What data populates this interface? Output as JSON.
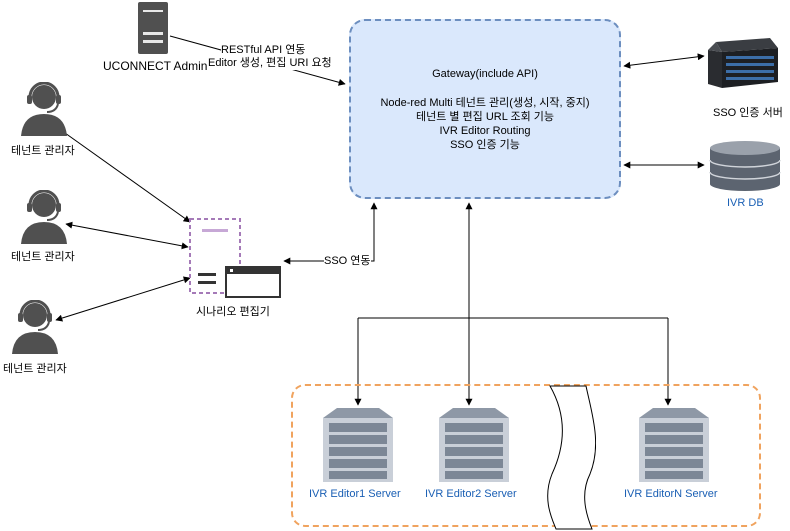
{
  "gateway": {
    "title": "Gateway(include API)",
    "lines": [
      "Node-red Multi 테넌트 관리(생성, 시작, 중지)",
      "테넌트 별 편집 URL 조회 기능",
      "IVR Editor Routing",
      "SSO 인증 기능"
    ]
  },
  "admin": {
    "label": "UCONNECT Admin",
    "api_label_1": "RESTful API 연동",
    "api_label_2": "Editor 생성, 편집 URI 요청"
  },
  "sso_server": {
    "label": "SSO 인증 서버"
  },
  "ivr_db": {
    "label": "IVR DB"
  },
  "tenant_admins": [
    {
      "label": "테넌트 관리자"
    },
    {
      "label": "테넌트 관리자"
    },
    {
      "label": "테넌트 관리자"
    }
  ],
  "scenario_editor": {
    "label": "시나리오 편집기",
    "sso_label": "SSO 연동"
  },
  "editor_servers": [
    {
      "label": "IVR Editor1 Server"
    },
    {
      "label": "IVR Editor2 Server"
    },
    {
      "label": "IVR EditorN Server"
    }
  ],
  "colors": {
    "gateway_fill": "#dae8fc",
    "gateway_border": "#6c8ebf",
    "group_border": "#f0a35e",
    "server_label": "#1a5fb4",
    "editor_icon": "#a57ab8"
  }
}
